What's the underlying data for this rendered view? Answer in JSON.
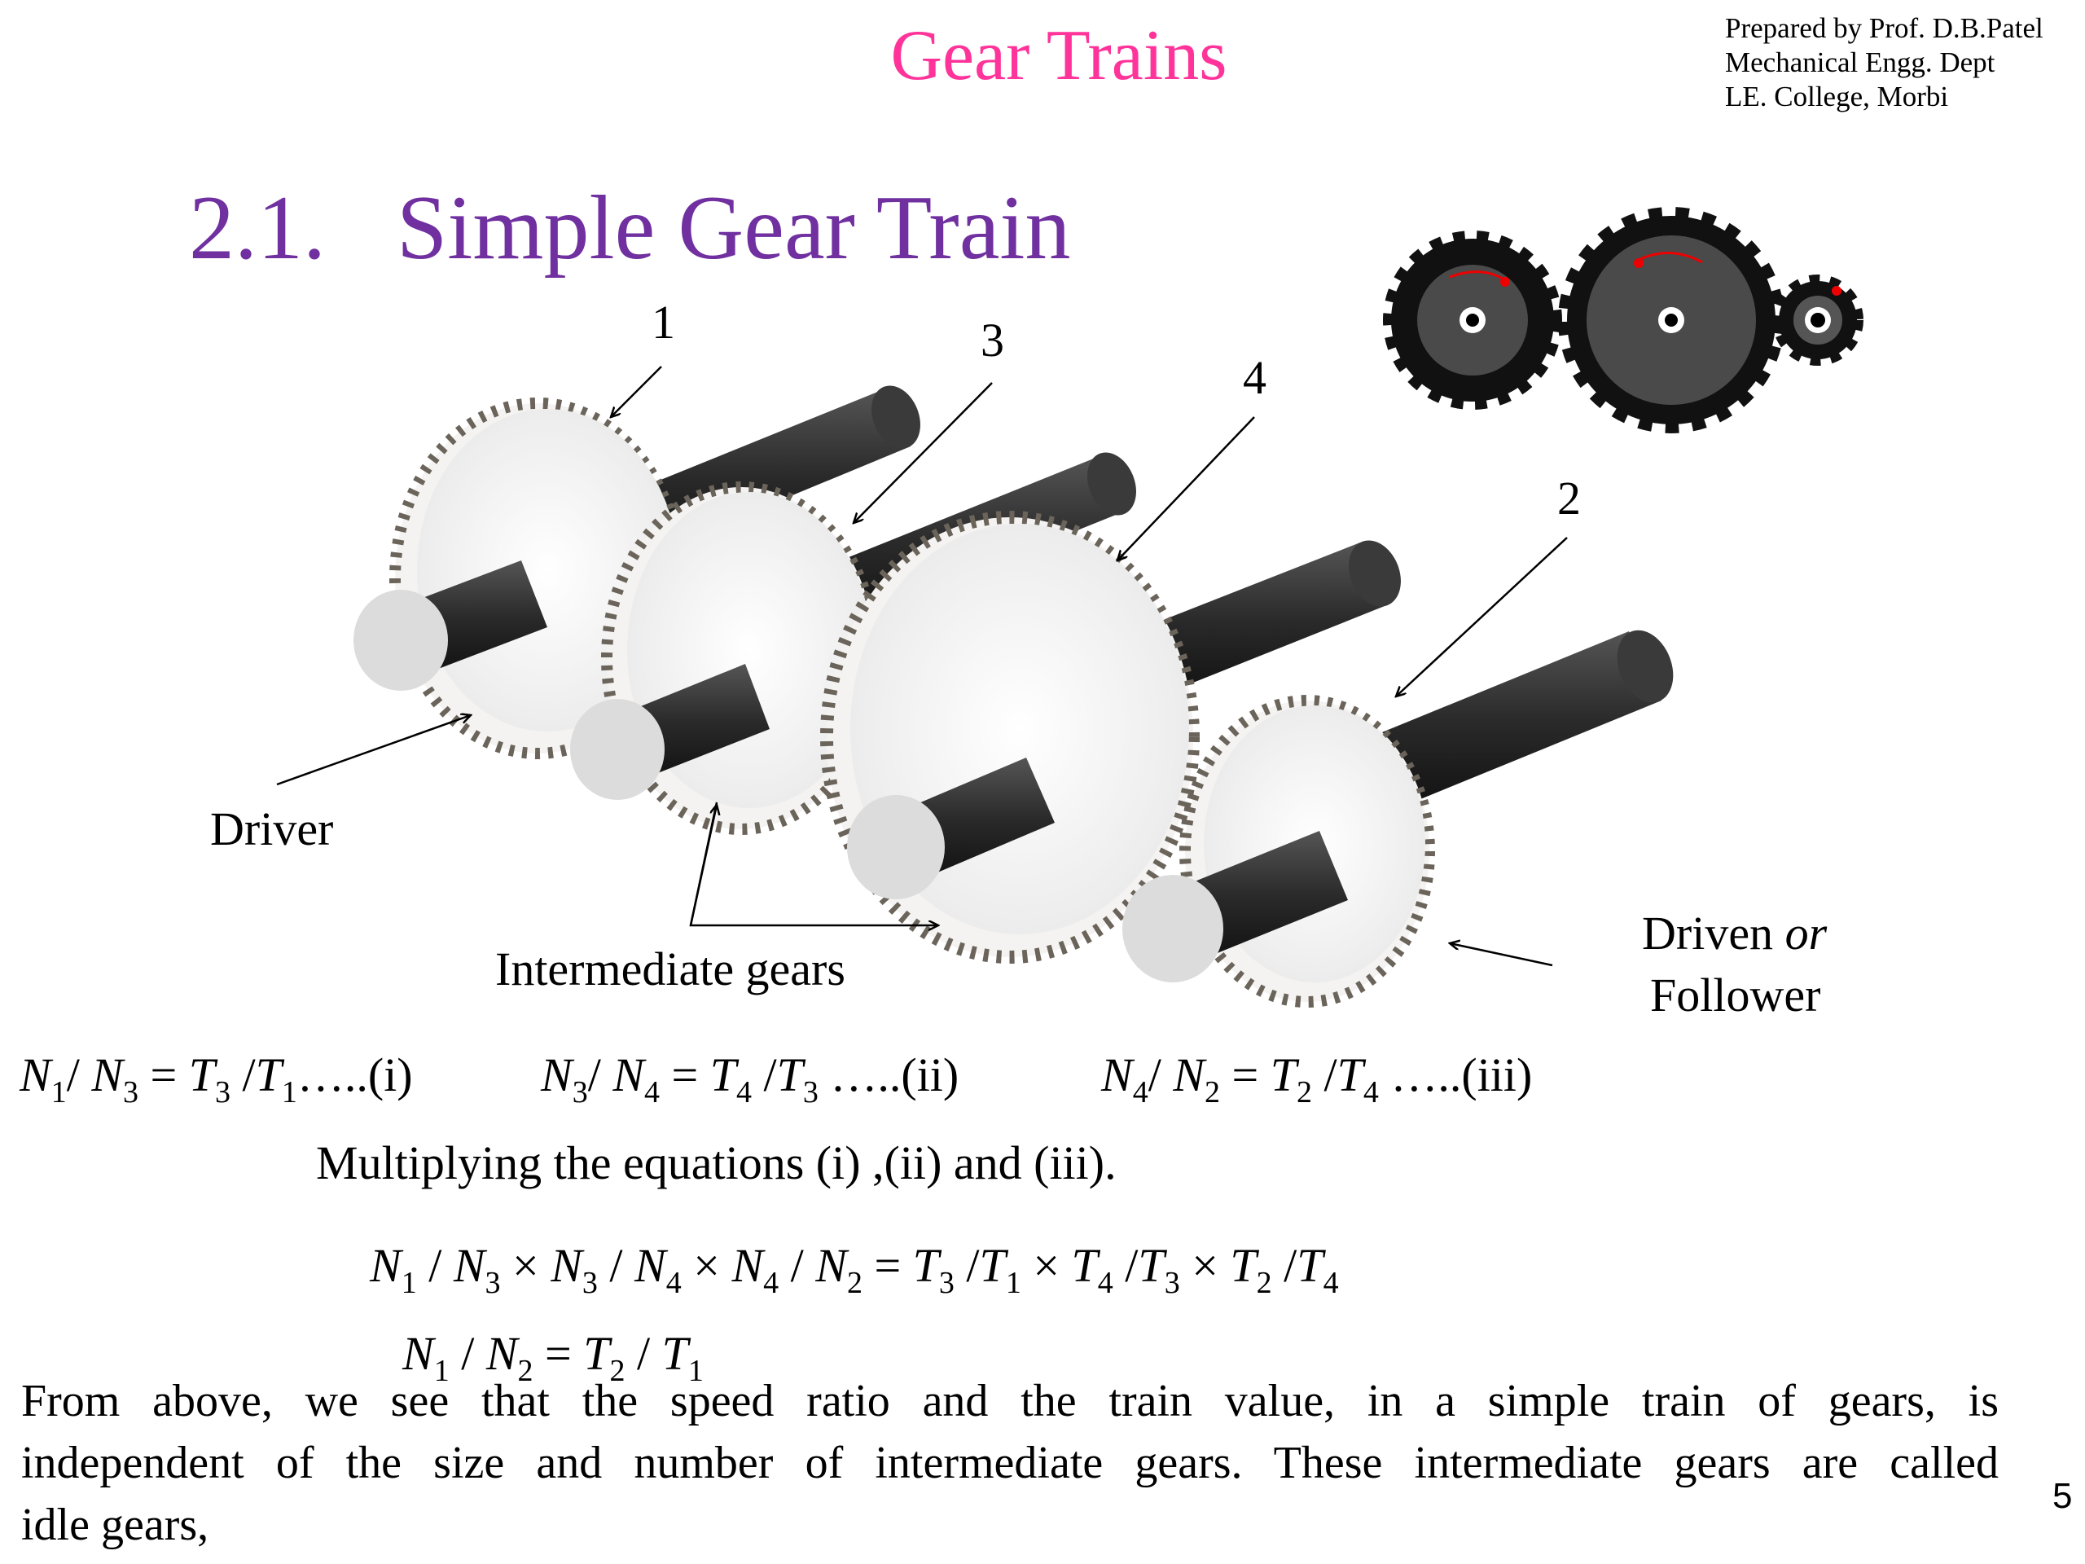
{
  "header": {
    "title": "Gear Trains"
  },
  "credit": {
    "line1": "Prepared by Prof. D.B.Patel",
    "line2": "Mechanical Engg. Dept",
    "line3": "LE. College, Morbi"
  },
  "section": {
    "number": "2.1.",
    "title": "Simple Gear Train"
  },
  "figure": {
    "labels": {
      "gear1": "1",
      "gear2": "2",
      "gear3": "3",
      "gear4": "4"
    },
    "driver": "Driver",
    "intermediate": "Intermediate gears",
    "driven_line1": "Driven",
    "driven_or": "or",
    "driven_line2": "Follower"
  },
  "equations": {
    "eq1": "N1/ N3 = T3 /T1…..(i)",
    "eq2": "N3/ N4 = T4 /T3 …..(ii)",
    "eq3": "N4/ N2 = T2 /T4 …..(iii)",
    "multiplying": "Multiplying the equations (i) ,(ii) and (iii).",
    "product": "N1 / N3 × N3 / N4 × N4 / N2 = T3 /T1 × T4 /T3 × T2 /T4",
    "result": "N1 / N2 = T2 / T1"
  },
  "paragraph": {
    "line1": "From above, we see that the speed ratio and the train value, in a simple train of gears, is",
    "line2": "independent of the size and number of intermediate gears. These intermediate gears are called",
    "line3": "idle gears,"
  },
  "page_number": "5",
  "colors": {
    "header": "#ff3399",
    "section": "#7030a0",
    "shaft": "#2e2e2e",
    "gear": "#5a544c"
  }
}
